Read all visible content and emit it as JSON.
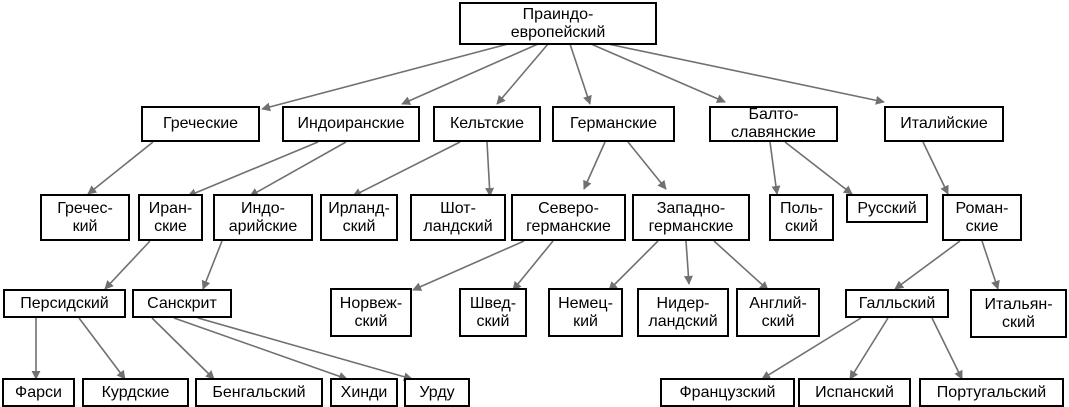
{
  "diagram": {
    "nodes": [
      {
        "id": "root",
        "label": "Праиндо-\nевропейский"
      },
      {
        "id": "greek_group",
        "label": "Греческие"
      },
      {
        "id": "indoiranian",
        "label": "Индоиранские"
      },
      {
        "id": "celtic",
        "label": "Кельтские"
      },
      {
        "id": "germanic",
        "label": "Германские"
      },
      {
        "id": "baltoslavic",
        "label": "Балто-\nславянские"
      },
      {
        "id": "italic",
        "label": "Италийские"
      },
      {
        "id": "greek",
        "label": "Гречес-\nкий"
      },
      {
        "id": "iranian",
        "label": "Иран-\nские"
      },
      {
        "id": "indoaryan",
        "label": "Индо-\nарийские"
      },
      {
        "id": "irish",
        "label": "Ирланд-\nский"
      },
      {
        "id": "scottish",
        "label": "Шот-\nландский"
      },
      {
        "id": "northgermanic",
        "label": "Северо-\nгерманские"
      },
      {
        "id": "westgermanic",
        "label": "Западно-\nгерманские"
      },
      {
        "id": "polish",
        "label": "Поль-\nский"
      },
      {
        "id": "russian",
        "label": "Русский"
      },
      {
        "id": "romance",
        "label": "Роман-\nские"
      },
      {
        "id": "persian",
        "label": "Персидский"
      },
      {
        "id": "sanskrit",
        "label": "Санскрит"
      },
      {
        "id": "norwegian",
        "label": "Норвеж-\nский"
      },
      {
        "id": "swedish",
        "label": "Швед-\nский"
      },
      {
        "id": "german",
        "label": "Немец-\nкий"
      },
      {
        "id": "dutch",
        "label": "Нидер-\nландский"
      },
      {
        "id": "english",
        "label": "Англий-\nский"
      },
      {
        "id": "gallic",
        "label": "Галльский"
      },
      {
        "id": "italian",
        "label": "Итальян-\nский"
      },
      {
        "id": "farsi",
        "label": "Фарси"
      },
      {
        "id": "kurdish",
        "label": "Курдские"
      },
      {
        "id": "bengali",
        "label": "Бенгальский"
      },
      {
        "id": "hindi",
        "label": "Хинди"
      },
      {
        "id": "urdu",
        "label": "Урду"
      },
      {
        "id": "french",
        "label": "Французский"
      },
      {
        "id": "spanish",
        "label": "Испанский"
      },
      {
        "id": "portuguese",
        "label": "Португальский"
      }
    ],
    "edges": [
      [
        "root",
        "greek_group"
      ],
      [
        "root",
        "indoiranian"
      ],
      [
        "root",
        "celtic"
      ],
      [
        "root",
        "germanic"
      ],
      [
        "root",
        "baltoslavic"
      ],
      [
        "root",
        "italic"
      ],
      [
        "greek_group",
        "greek"
      ],
      [
        "indoiranian",
        "iranian"
      ],
      [
        "indoiranian",
        "indoaryan"
      ],
      [
        "celtic",
        "irish"
      ],
      [
        "celtic",
        "scottish"
      ],
      [
        "germanic",
        "northgermanic"
      ],
      [
        "germanic",
        "westgermanic"
      ],
      [
        "baltoslavic",
        "polish"
      ],
      [
        "baltoslavic",
        "russian"
      ],
      [
        "italic",
        "romance"
      ],
      [
        "iranian",
        "persian"
      ],
      [
        "indoaryan",
        "sanskrit"
      ],
      [
        "northgermanic",
        "norwegian"
      ],
      [
        "northgermanic",
        "swedish"
      ],
      [
        "westgermanic",
        "german"
      ],
      [
        "westgermanic",
        "dutch"
      ],
      [
        "westgermanic",
        "english"
      ],
      [
        "romance",
        "gallic"
      ],
      [
        "romance",
        "italian"
      ],
      [
        "persian",
        "farsi"
      ],
      [
        "persian",
        "kurdish"
      ],
      [
        "sanskrit",
        "bengali"
      ],
      [
        "sanskrit",
        "hindi"
      ],
      [
        "sanskrit",
        "urdu"
      ],
      [
        "gallic",
        "french"
      ],
      [
        "gallic",
        "spanish"
      ],
      [
        "gallic",
        "portuguese"
      ]
    ],
    "colors": {
      "edge": "#707070",
      "border": "#000000"
    }
  }
}
